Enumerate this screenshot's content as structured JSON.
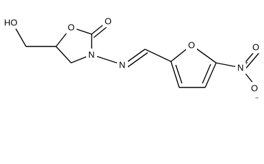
{
  "molecule": {
    "atoms": {
      "hydroxyl": "HO",
      "ring_oxygen_oxazolidinone": "O",
      "carbonyl_oxygen": "O",
      "ring_nitrogen": "N",
      "imine_nitrogen": "N",
      "furan_oxygen": "O",
      "nitro_nitrogen": "N",
      "nitro_oxygen_double": "O",
      "nitro_oxygen_single": "O"
    },
    "charges": {
      "nitro_nitrogen": "+",
      "nitro_oxygen_single": "−"
    }
  }
}
